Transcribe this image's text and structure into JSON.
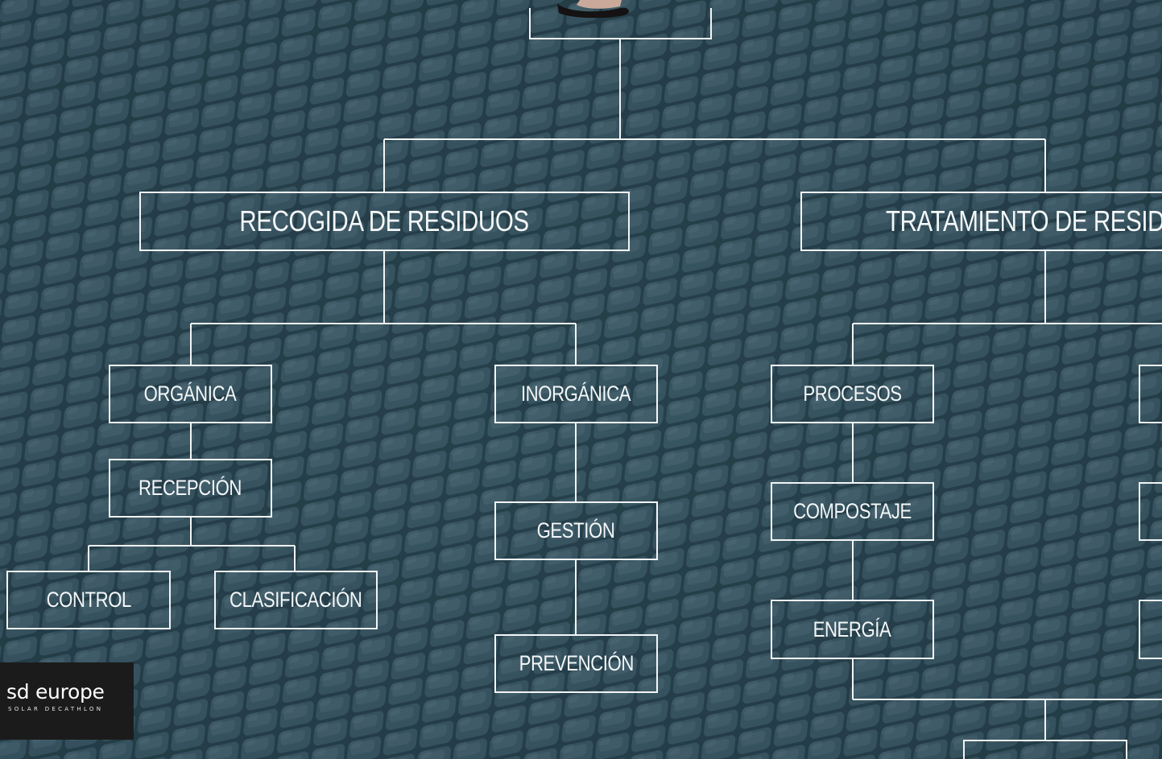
{
  "diagram": {
    "nodes": {
      "recogida": "RECOGIDA DE RESIDUOS",
      "tratamiento": "TRATAMIENTO DE RESIDU",
      "organica": "ORGÁNICA",
      "inorganica": "INORGÁNICA",
      "procesos": "PROCESOS",
      "recepcion": "RECEPCIÓN",
      "gestion": "GESTIÓN",
      "compostaje": "COMPOSTAJE",
      "control": "CONTROL",
      "clasificacion": "CLASIFICACIÓN",
      "energia": "ENERGÍA",
      "prevencion": "PREVENCIÓN"
    },
    "line_color": "#f2f5f6"
  },
  "logo": {
    "wordmark": "sd europe",
    "tagline": "SOLAR DECATHLON"
  },
  "colors": {
    "background": "#2c4552",
    "logo_bg": "#1c1b1c"
  }
}
